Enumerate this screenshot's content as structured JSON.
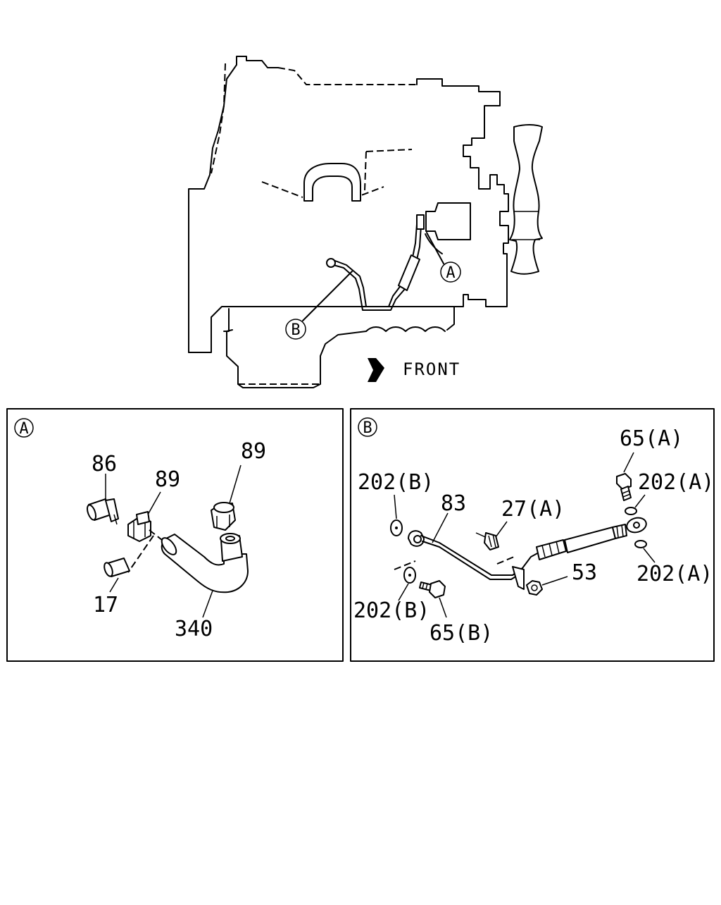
{
  "overview": {
    "front_label": "FRONT",
    "callout_a": "A",
    "callout_b": "B"
  },
  "panel_a": {
    "tag": "A",
    "labels": {
      "p86": "86",
      "p89_top": "89",
      "p89_mid": "89",
      "p17": "17",
      "p340": "340"
    }
  },
  "panel_b": {
    "tag": "B",
    "labels": {
      "p65a": "65(A)",
      "p202b_top": "202(B)",
      "p83": "83",
      "p27a": "27(A)",
      "p202a_top": "202(A)",
      "p53": "53",
      "p202a_bot": "202(A)",
      "p202b_bot": "202(B)",
      "p65b": "65(B)"
    }
  },
  "colors": {
    "line": "#000000",
    "background": "#ffffff"
  }
}
